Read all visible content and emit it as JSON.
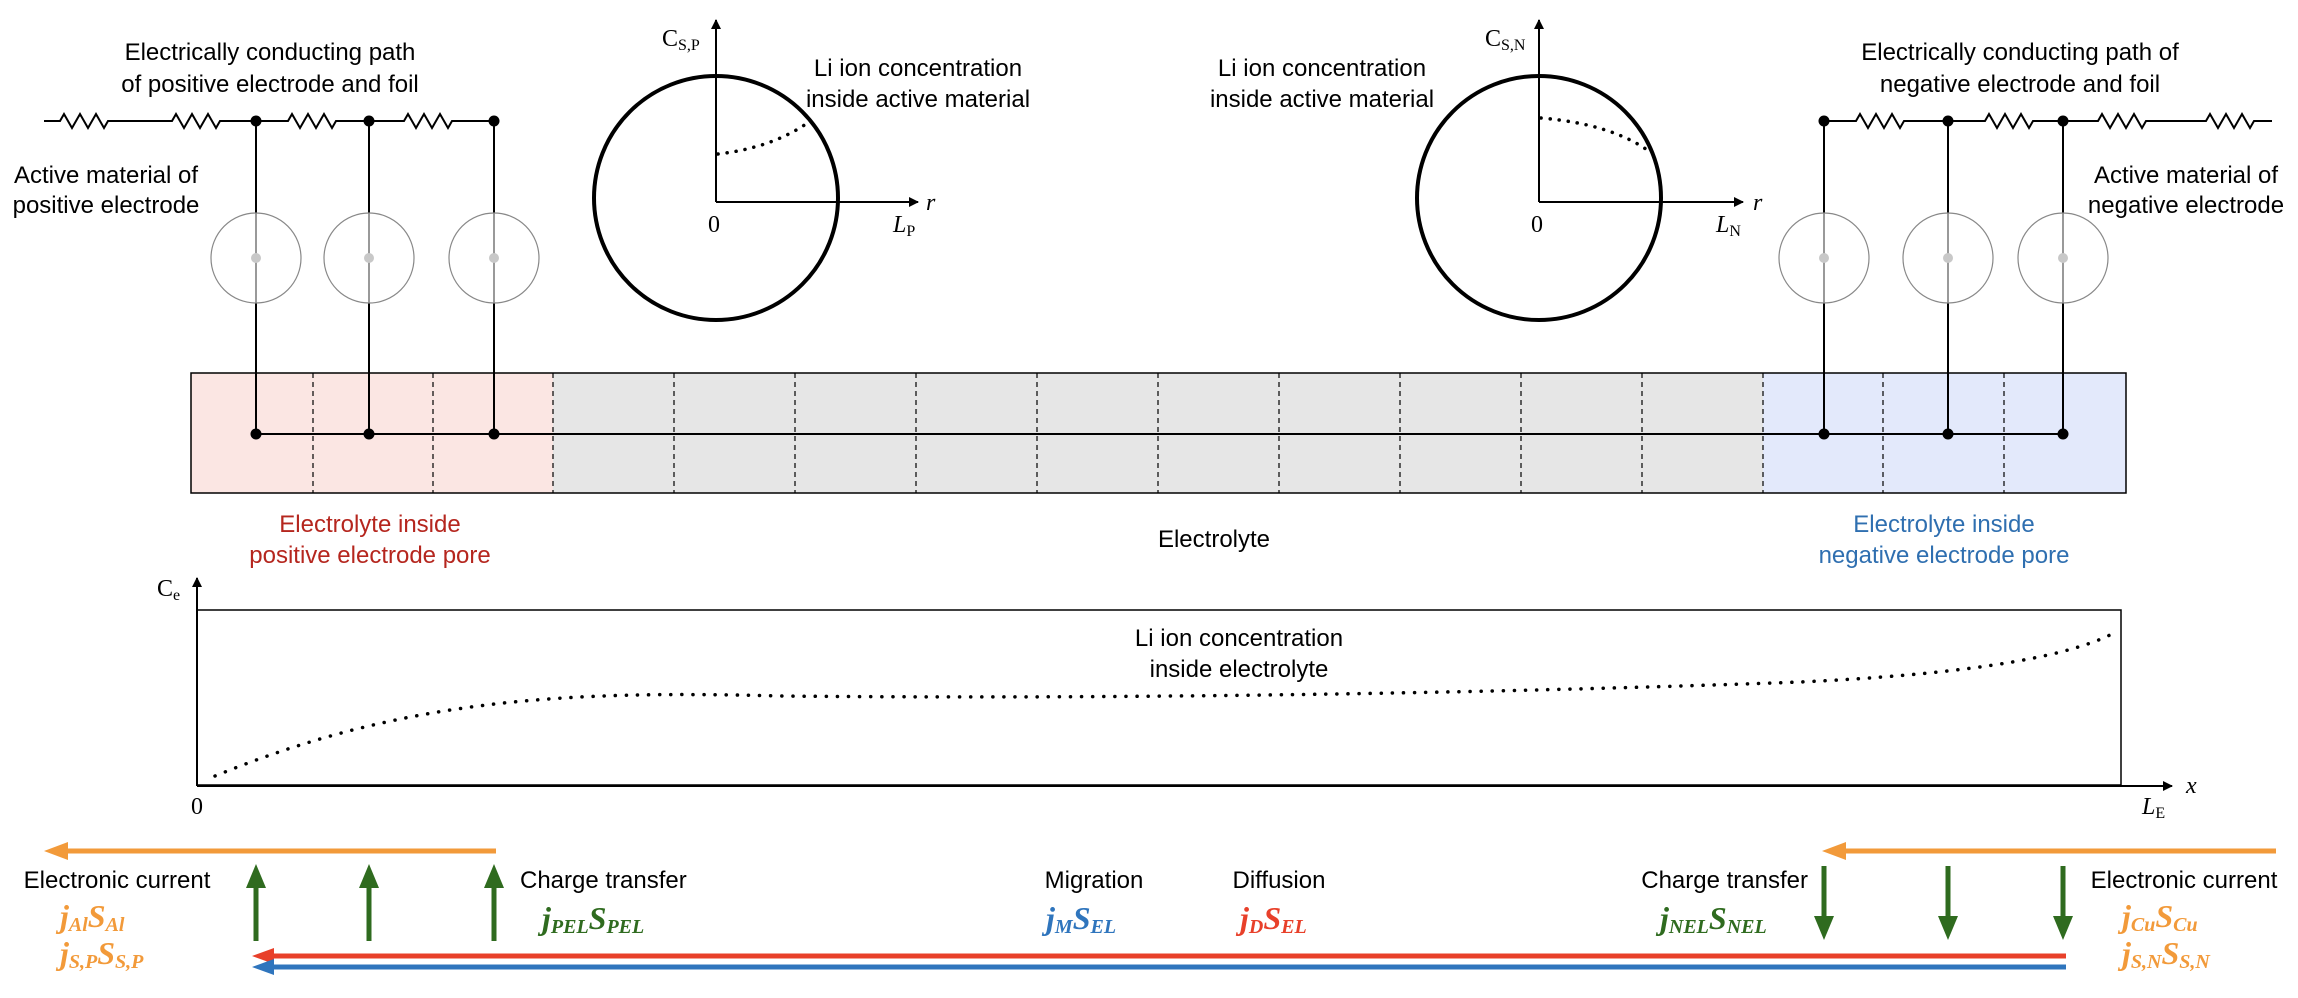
{
  "labels": {
    "pos_path_1": "Electrically conducting path",
    "pos_path_2": "of positive electrode and foil",
    "neg_path_1": "Electrically conducting path of",
    "neg_path_2": "negative electrode and foil",
    "pos_active_1": "Active material of",
    "pos_active_2": "positive electrode",
    "neg_active_1": "Active material of",
    "neg_active_2": "negative electrode",
    "li_active_1": "Li ion concentration",
    "li_active_2": "inside active material",
    "pos_pore_1": "Electrolyte inside",
    "pos_pore_2": "positive electrode pore",
    "neg_pore_1": "Electrolyte inside",
    "neg_pore_2": "negative electrode pore",
    "electrolyte": "Electrolyte",
    "li_electrolyte_1": "Li ion concentration",
    "li_electrolyte_2": "inside electrolyte"
  },
  "axes": {
    "csp_main": "C",
    "csp_sub": "S,P",
    "csn_main": "C",
    "csn_sub": "S,N",
    "r": "r",
    "zero": "0",
    "lp_main": "L",
    "lp_sub": "P",
    "ln_main": "L",
    "ln_sub": "N",
    "ce_main": "C",
    "ce_sub": "e",
    "x": "x",
    "le_main": "L",
    "le_sub": "E"
  },
  "currents": {
    "electronic_left": "Electronic current",
    "electronic_right": "Electronic current",
    "charge_transfer_left": "Charge transfer",
    "charge_transfer_right": "Charge transfer",
    "migration": "Migration",
    "diffusion": "Diffusion",
    "eq_jal": {
      "j": "j",
      "js": "Al",
      "s": "S",
      "ss": "Al"
    },
    "eq_jsp": {
      "j": "j",
      "js": "S,P",
      "s": "S",
      "ss": "S,P"
    },
    "eq_jcu": {
      "j": "j",
      "js": "Cu",
      "s": "S",
      "ss": "Cu"
    },
    "eq_jsn": {
      "j": "j",
      "js": "S,N",
      "s": "S",
      "ss": "S,N"
    },
    "eq_jpel": {
      "j": "j",
      "js": "PEL",
      "s": "S",
      "ss": "PEL"
    },
    "eq_jnel": {
      "j": "j",
      "js": "NEL",
      "s": "S",
      "ss": "NEL"
    },
    "eq_jm": {
      "j": "j",
      "js": "M",
      "s": "S",
      "ss": "EL"
    },
    "eq_jd": {
      "j": "j",
      "js": "D",
      "s": "S",
      "ss": "EL"
    }
  },
  "colors": {
    "positive_region": "#fbe6e3",
    "negative_region": "#e3e9fb",
    "separator_region": "#e6e6e6",
    "positive_text": "#b5261e",
    "negative_text": "#2f6fb0",
    "electronic": "#f29a3a",
    "charge_transfer": "#2f6b1f",
    "migration": "#2f75bd",
    "diffusion": "#e8402a"
  }
}
